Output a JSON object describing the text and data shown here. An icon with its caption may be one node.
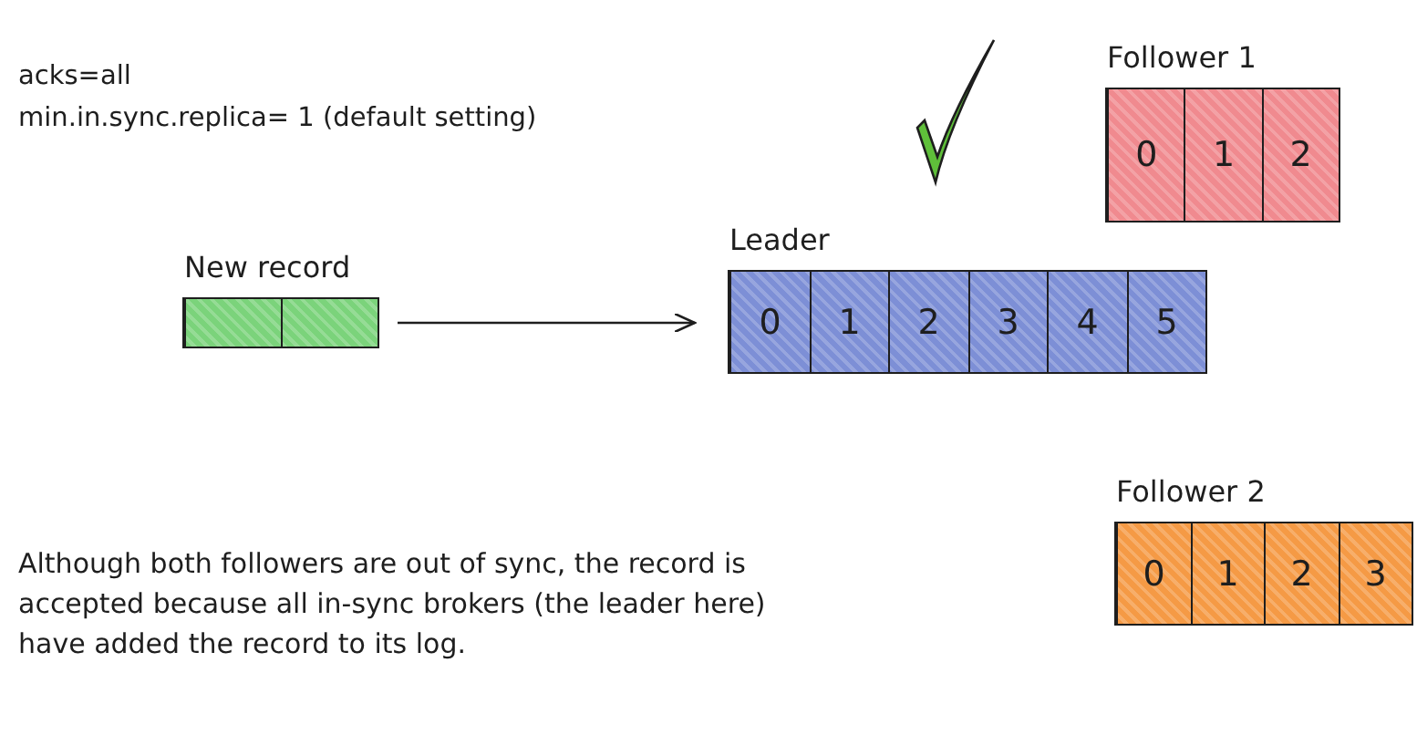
{
  "diagram": {
    "nodes": [
      {
        "text": [
          "New record"
        ]
      },
      {
        "text": [],
        "shape": "box",
        "in": 0
      },
      {
        "text": [],
        "shape": "box",
        "in": 0
      },
      {
        "text": [
          "Leader"
        ]
      },
      {
        "text": [
          "0"
        ],
        "in": 3
      },
      {
        "text": [
          "1"
        ],
        "in": 3
      },
      {
        "text": [
          "2"
        ],
        "in": 3
      },
      {
        "text": [
          "3"
        ],
        "in": 3
      },
      {
        "text": [
          "4"
        ],
        "in": 3
      },
      {
        "text": [
          "5"
        ],
        "in": 3
      },
      {
        "text": [
          "Follower 1"
        ]
      },
      {
        "text": [
          "0"
        ],
        "in": 10
      },
      {
        "text": [
          "1"
        ],
        "in": 10
      },
      {
        "text": [
          "2"
        ],
        "in": 10
      },
      {
        "text": [
          "Follower 2"
        ]
      },
      {
        "text": [
          "0"
        ],
        "in": 14
      },
      {
        "text": [
          "1"
        ],
        "in": 14
      },
      {
        "text": [
          "2"
        ],
        "in": 14
      },
      {
        "text": [
          "3"
        ],
        "in": 14
      }
    ],
    "edges": [
      {
        "from": 0,
        "to": 3,
        "arrow": "to"
      }
    ],
    "labels": [
      "acks=all",
      "min.in.sync.replica= 1 (default setting)",
      "Although both followers are out of sync, the record is accepted because all in-sync brokers (the leader here) have added the record to its log."
    ]
  }
}
